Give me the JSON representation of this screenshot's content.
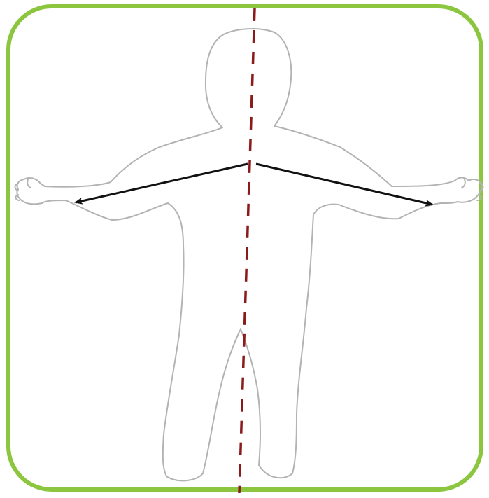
{
  "colors": {
    "frame_border": "#8cc63f",
    "body_outline": "#b3b3b3",
    "midline": "#8b1a1a",
    "arrows": "#111111",
    "background": "#ffffff"
  },
  "elements": {
    "frame": "rounded-frame",
    "figure": "child-body-outline",
    "midline": "vertical-midline-dashed",
    "arrows": [
      "arrow-to-left-hand",
      "arrow-to-right-hand"
    ]
  }
}
